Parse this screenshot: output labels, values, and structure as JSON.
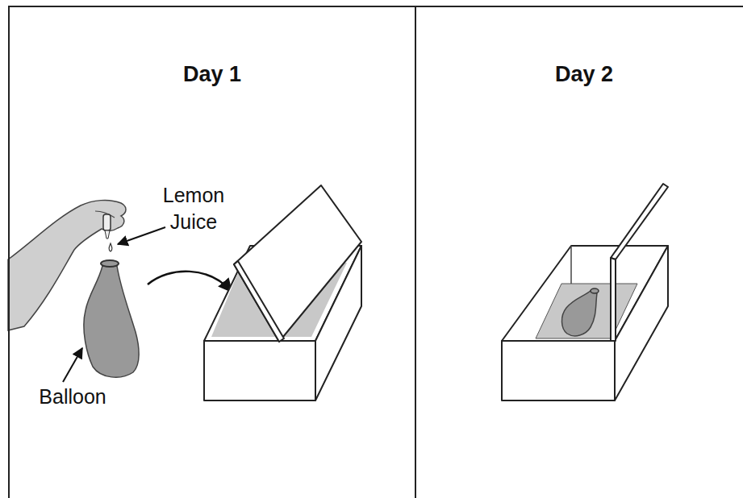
{
  "diagram": {
    "nodes": [
      {
        "text": [
          "Day 1"
        ]
      },
      {
        "text": [
          "Day 2"
        ]
      }
    ],
    "labels": [
      "Lemon Juice",
      "Balloon"
    ]
  }
}
